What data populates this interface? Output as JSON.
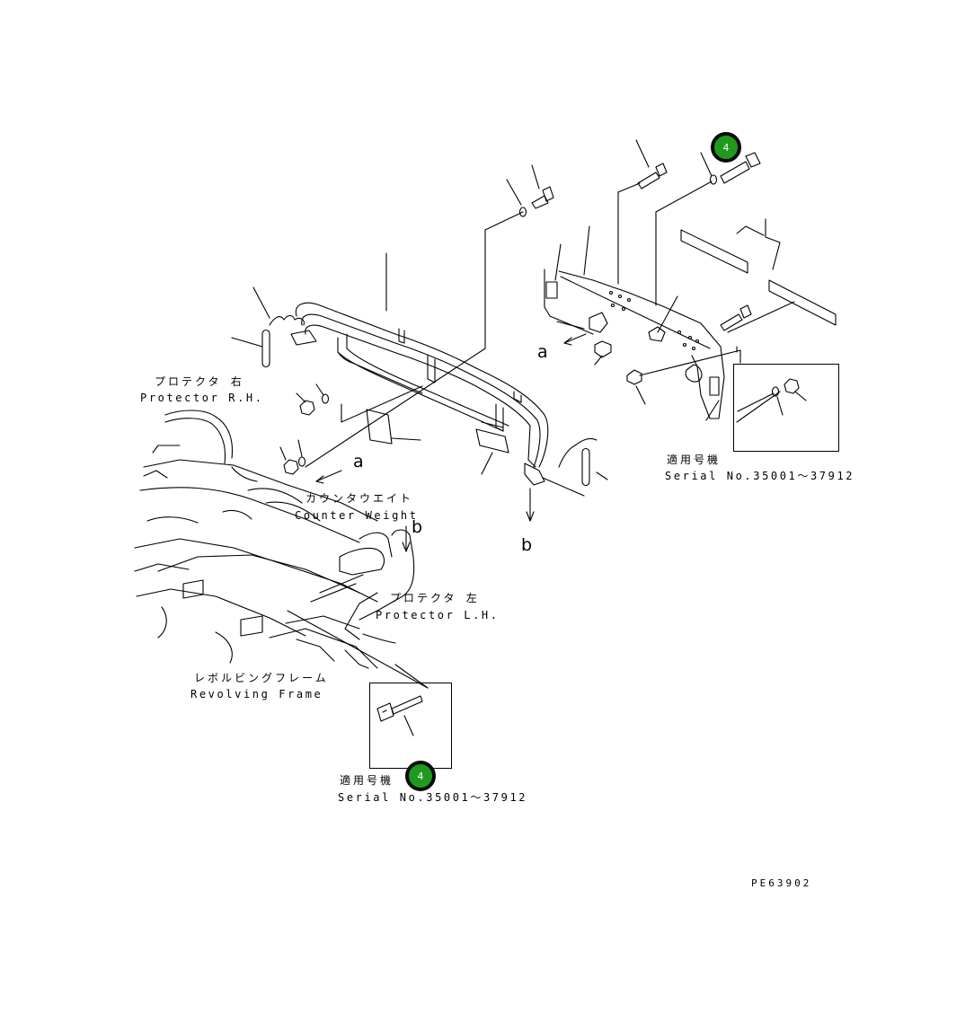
{
  "labels": {
    "protector_rh_jp": "プロテクタ 右",
    "protector_rh_en": "Protector R.H.",
    "counterweight_jp": "カウンタウエイト",
    "counterweight_en": "Counter Weight",
    "protector_lh_jp": "プロテクタ 左",
    "protector_lh_en": "Protector L.H.",
    "revolving_jp": "レボルビングフレーム",
    "revolving_en": "Revolving Frame",
    "applicable_jp_1": "適用号機",
    "serial_1": "Serial No.35001～37912",
    "applicable_jp_2": "適用号機",
    "serial_2": "Serial No.35001～37912"
  },
  "view_markers": {
    "a1": "a",
    "a2": "a",
    "b1": "b",
    "b2": "b"
  },
  "callouts": [
    {
      "id": "callout-top",
      "number": "4",
      "color": "#1f9a1f"
    },
    {
      "id": "callout-bottom",
      "number": "4",
      "color": "#1f9a1f"
    }
  ],
  "drawing_code": "PE63902"
}
